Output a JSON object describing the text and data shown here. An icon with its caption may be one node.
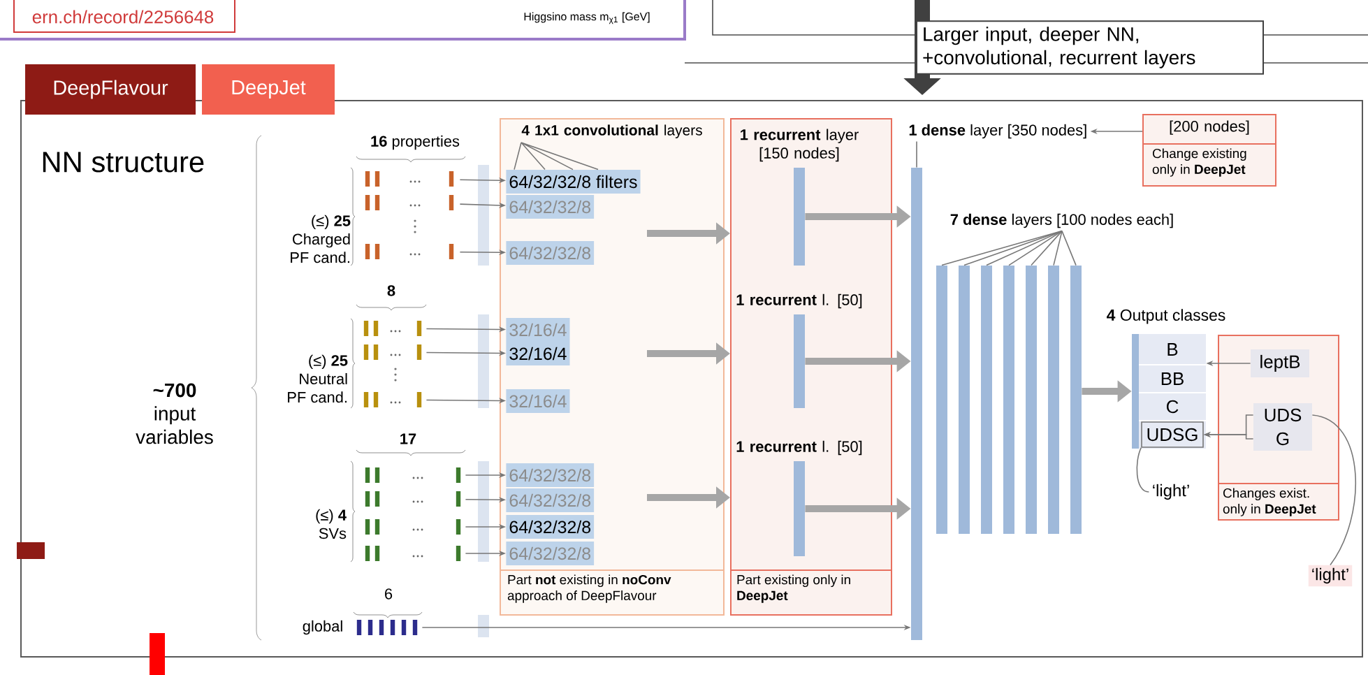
{
  "diagram": {
    "title": "NN structure",
    "nodes": [
      {
        "text": [
          "DeepFlavour"
        ]
      },
      {
        "text": [
          "DeepJet"
        ]
      },
      {
        "text": [
          "Larger input, deeper NN, +convolutional, recurrent layers"
        ]
      },
      {
        "text": [],
        "shape": "bar"
      },
      {
        "text": [],
        "shape": "bar"
      },
      {
        "text": [],
        "shape": "bar"
      },
      {
        "text": [],
        "shape": "bar"
      },
      {
        "text": [],
        "shape": "bar"
      },
      {
        "text": [],
        "shape": "bar"
      },
      {
        "text": [],
        "shape": "bar"
      },
      {
        "text": [],
        "shape": "bar"
      },
      {
        "text": [],
        "shape": "bar"
      },
      {
        "text": [],
        "shape": "bar"
      },
      {
        "text": [],
        "shape": "bar"
      },
      {
        "text": [
          "**4 1x1 convolutional** layers",
          "Part **not** existing in **noConv** approach of DeepFlavour"
        ]
      },
      {
        "text": [
          "64/32/32/8 filters"
        ],
        "in": 14
      },
      {
        "text": [
          "64/32/32/8"
        ],
        "in": 14
      },
      {
        "text": [
          "64/32/32/8"
        ],
        "in": 14
      },
      {
        "text": [
          "32/16/4"
        ],
        "in": 14
      },
      {
        "text": [
          "32/16/4"
        ],
        "in": 14
      },
      {
        "text": [
          "32/16/4"
        ],
        "in": 14
      },
      {
        "text": [
          "64/32/32/8"
        ],
        "in": 14
      },
      {
        "text": [
          "64/32/32/8"
        ],
        "in": 14
      },
      {
        "text": [
          "64/32/32/8"
        ],
        "in": 14
      },
      {
        "text": [
          "64/32/32/8"
        ],
        "in": 14
      },
      {
        "text": [
          "Part existing only in **DeepJet**"
        ]
      },
      {
        "text": [
          "**1 recurrent** layer [150 nodes]"
        ],
        "in": 25
      },
      {
        "text": [
          "**1 recurrent** l. [50]"
        ],
        "in": 25
      },
      {
        "text": [
          "**1 recurrent** l. [50]"
        ],
        "in": 25
      },
      {
        "text": [
          "**1 dense** layer [350 nodes]"
        ]
      },
      {
        "text": [],
        "shape": "bar"
      },
      {
        "text": [
          "[200 nodes]",
          "Change existing only in **DeepJet**"
        ]
      },
      {
        "text": [
          "**7 dense** layers [100 nodes each]"
        ]
      },
      {
        "text": [],
        "shape": "bar"
      },
      {
        "text": [],
        "shape": "bar"
      },
      {
        "text": [],
        "shape": "bar"
      },
      {
        "text": [],
        "shape": "bar"
      },
      {
        "text": [],
        "shape": "bar"
      },
      {
        "text": [],
        "shape": "bar"
      },
      {
        "text": [],
        "shape": "bar"
      },
      {
        "text": [
          "**4** Output classes"
        ]
      },
      {
        "text": [
          "B"
        ],
        "in": 40
      },
      {
        "text": [
          "BB"
        ],
        "in": 40
      },
      {
        "text": [
          "C"
        ],
        "in": 40
      },
      {
        "text": [
          "UDSG"
        ],
        "in": 40
      },
      {
        "text": [
          "Changes exist. only in **DeepJet**"
        ]
      },
      {
        "text": [
          "leptB"
        ],
        "in": 45
      },
      {
        "text": [
          "UDS"
        ],
        "in": 45
      },
      {
        "text": [
          "G"
        ],
        "in": 45
      },
      {
        "text": [
          "‘light’"
        ]
      },
      {
        "text": [
          "‘light’"
        ]
      }
    ],
    "edges": [
      {
        "from": 14,
        "to": 15,
        "arrow": "none"
      },
      {
        "from": 3,
        "to": 15,
        "arrow": "to"
      },
      {
        "from": 4,
        "to": 16,
        "arrow": "to"
      },
      {
        "from": 5,
        "to": 17,
        "arrow": "to"
      },
      {
        "from": 6,
        "to": 18,
        "arrow": "to"
      },
      {
        "from": 7,
        "to": 19,
        "arrow": "to"
      },
      {
        "from": 8,
        "to": 20,
        "arrow": "to"
      },
      {
        "from": 9,
        "to": 21,
        "arrow": "to"
      },
      {
        "from": 10,
        "to": 22,
        "arrow": "to"
      },
      {
        "from": 11,
        "to": 23,
        "arrow": "to"
      },
      {
        "from": 12,
        "to": 24,
        "arrow": "to"
      },
      {
        "from": null,
        "to": 25,
        "arrow": "to",
        "style": "thick"
      },
      {
        "from": null,
        "to": 25,
        "arrow": "to",
        "style": "thick"
      },
      {
        "from": null,
        "to": 25,
        "arrow": "to",
        "style": "thick"
      },
      {
        "from": 26,
        "to": 30,
        "arrow": "to",
        "style": "thick"
      },
      {
        "from": 27,
        "to": 30,
        "arrow": "to",
        "style": "thick"
      },
      {
        "from": 28,
        "to": 30,
        "arrow": "to",
        "style": "thick"
      },
      {
        "from": 13,
        "to": 30,
        "arrow": "to"
      },
      {
        "from": 31,
        "to": 29,
        "arrow": "to"
      },
      {
        "from": 29,
        "to": 30,
        "arrow": "none"
      },
      {
        "from": 32,
        "to": 33,
        "arrow": "none"
      },
      {
        "from": 32,
        "to": 34,
        "arrow": "none"
      },
      {
        "from": 32,
        "to": 35,
        "arrow": "none"
      },
      {
        "from": 32,
        "to": 36,
        "arrow": "none"
      },
      {
        "from": 32,
        "to": 37,
        "arrow": "none"
      },
      {
        "from": 32,
        "to": 38,
        "arrow": "none"
      },
      {
        "from": 32,
        "to": 39,
        "arrow": "none"
      },
      {
        "from": 39,
        "to": 40,
        "arrow": "to",
        "style": "thick"
      },
      {
        "from": 46,
        "to": 40,
        "arrow": "to"
      },
      {
        "from": 47,
        "to": 44,
        "arrow": "to"
      },
      {
        "from": 48,
        "to": 44,
        "arrow": "to"
      },
      {
        "from": 49,
        "to": 44,
        "arrow": "none"
      },
      {
        "from": 50,
        "to": 47,
        "arrow": "none"
      }
    ],
    "labels": [
      "ern.ch/record/2256648",
      "Higgsino mass m$_{χ1}$ [GeV]",
      "**~700** input variables",
      "**16** properties",
      "(≤) **25** Charged PF cand.",
      "**8**",
      "(≤) **25** Neutral PF cand.",
      "**17**",
      "(≤) **4** SVs",
      "6",
      "global"
    ]
  }
}
